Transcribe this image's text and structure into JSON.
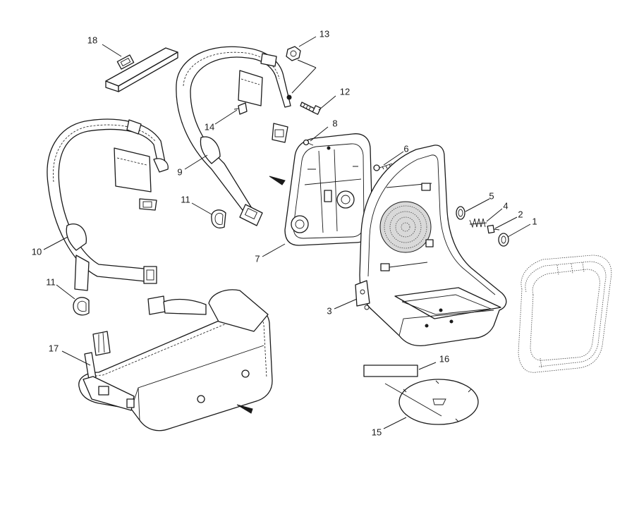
{
  "diagram": {
    "callouts": [
      {
        "id": "1",
        "text": "1"
      },
      {
        "id": "2",
        "text": "2"
      },
      {
        "id": "3",
        "text": "3"
      },
      {
        "id": "4",
        "text": "4"
      },
      {
        "id": "5",
        "text": "5"
      },
      {
        "id": "6",
        "text": "6"
      },
      {
        "id": "7",
        "text": "7"
      },
      {
        "id": "8",
        "text": "8"
      },
      {
        "id": "9",
        "text": "9"
      },
      {
        "id": "10",
        "text": "10"
      },
      {
        "id": "11a",
        "text": "11"
      },
      {
        "id": "11b",
        "text": "11"
      },
      {
        "id": "12",
        "text": "12"
      },
      {
        "id": "13",
        "text": "13"
      },
      {
        "id": "14",
        "text": "14"
      },
      {
        "id": "15",
        "text": "15"
      },
      {
        "id": "16",
        "text": "16"
      },
      {
        "id": "17",
        "text": "17"
      },
      {
        "id": "18",
        "text": "18"
      }
    ]
  }
}
